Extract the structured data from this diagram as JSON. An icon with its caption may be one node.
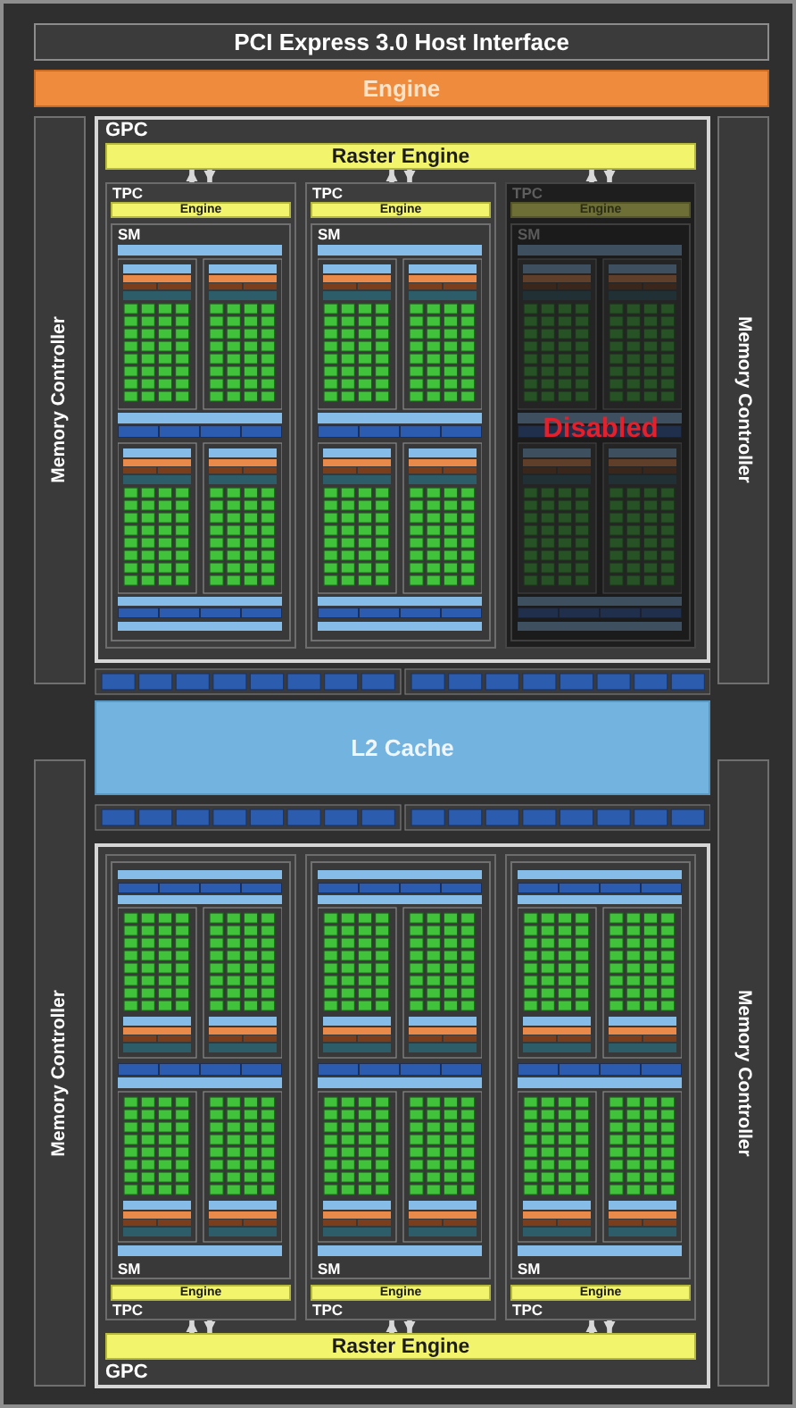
{
  "diagram": {
    "nodes": [
      {
        "text": [
          "PCI Express 3.0 Host Interface"
        ]
      },
      {
        "text": [
          "Engine"
        ]
      },
      {
        "text": [
          "Memory Controller"
        ]
      },
      {
        "text": [
          "Memory Controller"
        ]
      },
      {
        "text": [
          "GPC"
        ]
      },
      {
        "text": [
          "Raster Engine"
        ],
        "in": 4
      },
      {
        "text": [
          "TPC"
        ],
        "in": 4
      },
      {
        "text": [
          "Engine"
        ],
        "in": 6
      },
      {
        "text": [
          "SM"
        ],
        "in": 6
      },
      {
        "text": [
          "TPC"
        ],
        "in": 4
      },
      {
        "text": [
          "Engine"
        ],
        "in": 9
      },
      {
        "text": [
          "SM"
        ],
        "in": 9
      },
      {
        "text": [
          "TPC"
        ],
        "in": 4
      },
      {
        "text": [
          "Engine"
        ],
        "in": 12
      },
      {
        "text": [
          "SM",
          "Disabled"
        ],
        "in": 12
      },
      {
        "text": [
          "L2 Cache"
        ]
      },
      {
        "text": [
          "Memory Controller"
        ]
      },
      {
        "text": [
          "Memory Controller"
        ]
      },
      {
        "text": [
          "GPC"
        ]
      },
      {
        "text": [
          "TPC"
        ],
        "in": 18
      },
      {
        "text": [
          "SM"
        ],
        "in": 19
      },
      {
        "text": [
          "Engine"
        ],
        "in": 19
      },
      {
        "text": [
          "TPC"
        ],
        "in": 18
      },
      {
        "text": [
          "SM"
        ],
        "in": 22
      },
      {
        "text": [
          "Engine"
        ],
        "in": 22
      },
      {
        "text": [
          "TPC"
        ],
        "in": 18
      },
      {
        "text": [
          "SM"
        ],
        "in": 25
      },
      {
        "text": [
          "Engine"
        ],
        "in": 25
      },
      {
        "text": [
          "Raster Engine"
        ],
        "in": 18
      }
    ],
    "edges": [
      {
        "from": 6,
        "to": 5,
        "arrow": "to"
      },
      {
        "from": 5,
        "to": 6,
        "arrow": "to"
      },
      {
        "from": 9,
        "to": 5,
        "arrow": "to"
      },
      {
        "from": 5,
        "to": 9,
        "arrow": "to"
      },
      {
        "from": 12,
        "to": 5,
        "arrow": "to"
      },
      {
        "from": 5,
        "to": 12,
        "arrow": "to"
      },
      {
        "from": 28,
        "to": 19,
        "arrow": "to"
      },
      {
        "from": 19,
        "to": 28,
        "arrow": "to"
      },
      {
        "from": 28,
        "to": 22,
        "arrow": "to"
      },
      {
        "from": 22,
        "to": 28,
        "arrow": "to"
      },
      {
        "from": 28,
        "to": 25,
        "arrow": "to"
      },
      {
        "from": 25,
        "to": 28,
        "arrow": "to"
      }
    ]
  }
}
